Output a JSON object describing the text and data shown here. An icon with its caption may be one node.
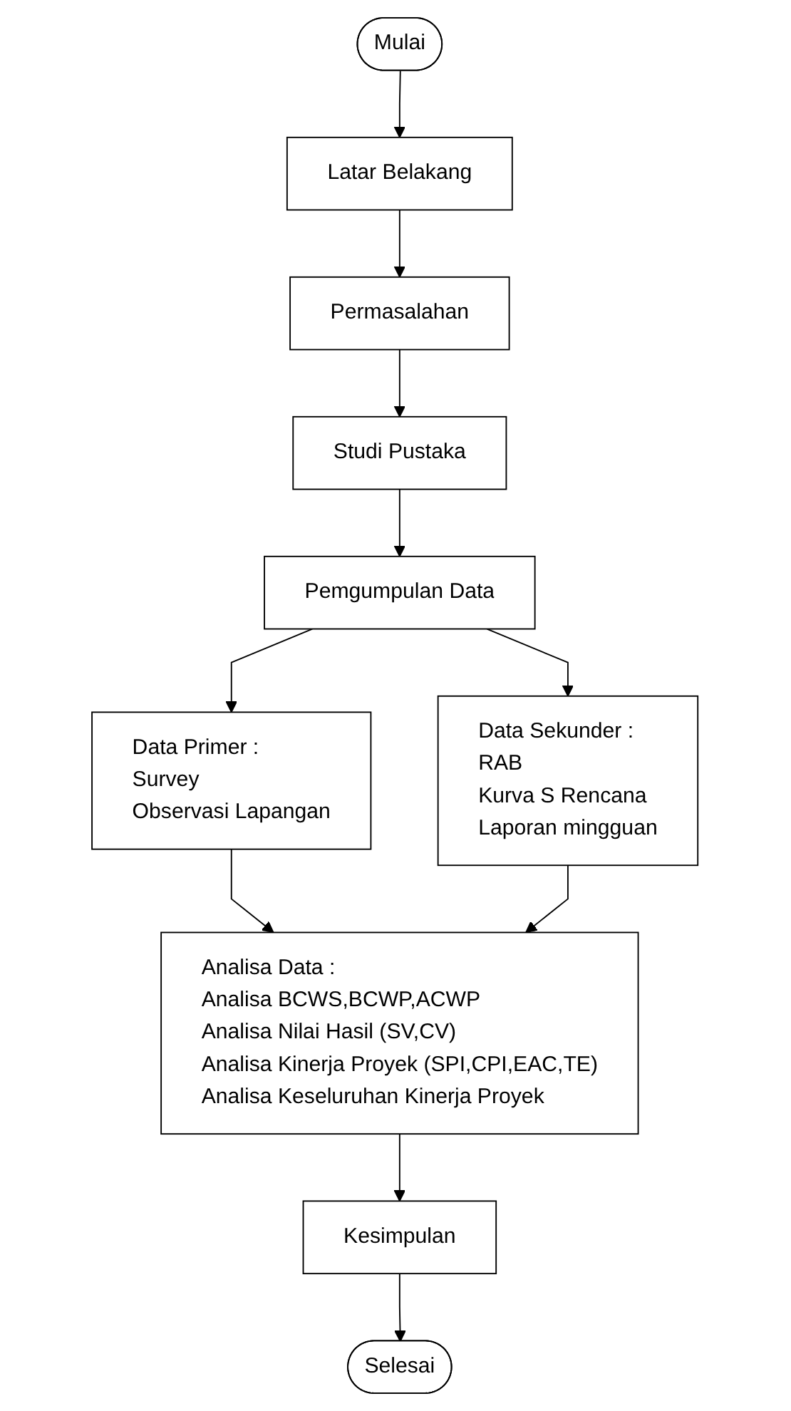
{
  "diagram": {
    "nodes": [
      {
        "text": [
          "Mulai"
        ]
      },
      {
        "text": [
          "Latar Belakang"
        ]
      },
      {
        "text": [
          "Permasalahan"
        ]
      },
      {
        "text": [
          "Studi Pustaka"
        ]
      },
      {
        "text": [
          "Pemgumpulan Data"
        ]
      },
      {
        "text": [
          "Data Primer :",
          "Survey",
          "Observasi Lapangan"
        ]
      },
      {
        "text": [
          "Data Sekunder :",
          "RAB",
          "Kurva S Rencana",
          "Laporan mingguan"
        ]
      },
      {
        "text": [
          "Analisa Data :",
          "Analisa BCWS,BCWP,ACWP",
          "Analisa Nilai Hasil (SV,CV)",
          "Analisa Kinerja Proyek (SPI,CPI,EAC,TE)",
          "Analisa Keseluruhan Kinerja Proyek"
        ]
      },
      {
        "text": [
          "Kesimpulan"
        ]
      },
      {
        "text": [
          "Selesai"
        ]
      }
    ],
    "edges": [
      {
        "from": 0,
        "to": 1,
        "arrow": "to"
      },
      {
        "from": 1,
        "to": 2,
        "arrow": "to"
      },
      {
        "from": 2,
        "to": 3,
        "arrow": "to"
      },
      {
        "from": 3,
        "to": 4,
        "arrow": "to"
      },
      {
        "from": 4,
        "to": 5,
        "arrow": "to"
      },
      {
        "from": 4,
        "to": 6,
        "arrow": "to"
      },
      {
        "from": 5,
        "to": 7,
        "arrow": "to"
      },
      {
        "from": 6,
        "to": 7,
        "arrow": "to"
      },
      {
        "from": 7,
        "to": 8,
        "arrow": "to"
      },
      {
        "from": 8,
        "to": 9,
        "arrow": "to"
      }
    ]
  }
}
